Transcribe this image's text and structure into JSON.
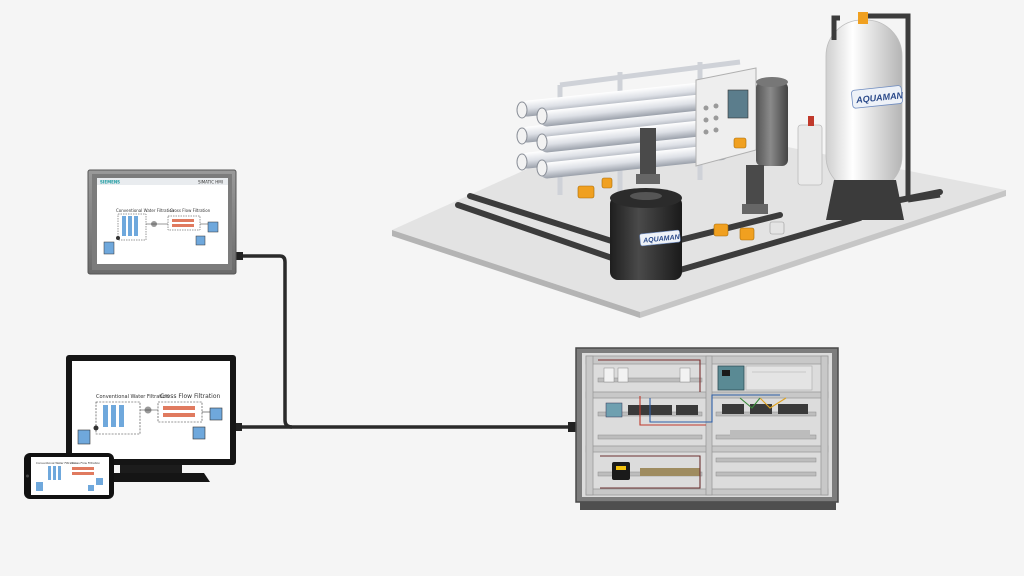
{
  "hmi_screen": {
    "header_brand": "SIEMENS",
    "header_model": "SIMATIC HMI",
    "title_left": "Conventional Water Filtration",
    "title_right": "Cross Flow Filtration"
  },
  "monitor_screen": {
    "title_left": "Conventional Water Filtration",
    "title_right": "Cross Flow Filtration"
  },
  "phone_screen": {
    "title_left": "Conventional Water Filtration",
    "title_right": "Cross Flow Filtration"
  },
  "plant": {
    "tank_brand": "AQUAMAN",
    "small_tank_brand": "AQUAMAN"
  },
  "colors": {
    "background": "#f5f5f5",
    "cable": "#2a2a2a",
    "panel_frame": "#5a5a5a",
    "membrane_tube": "#e8eaee",
    "tank_white": "#f4f4f4",
    "tank_dark": "#3a3a3a",
    "valve_orange": "#f0a020",
    "water_blue": "#6fa8dc"
  }
}
